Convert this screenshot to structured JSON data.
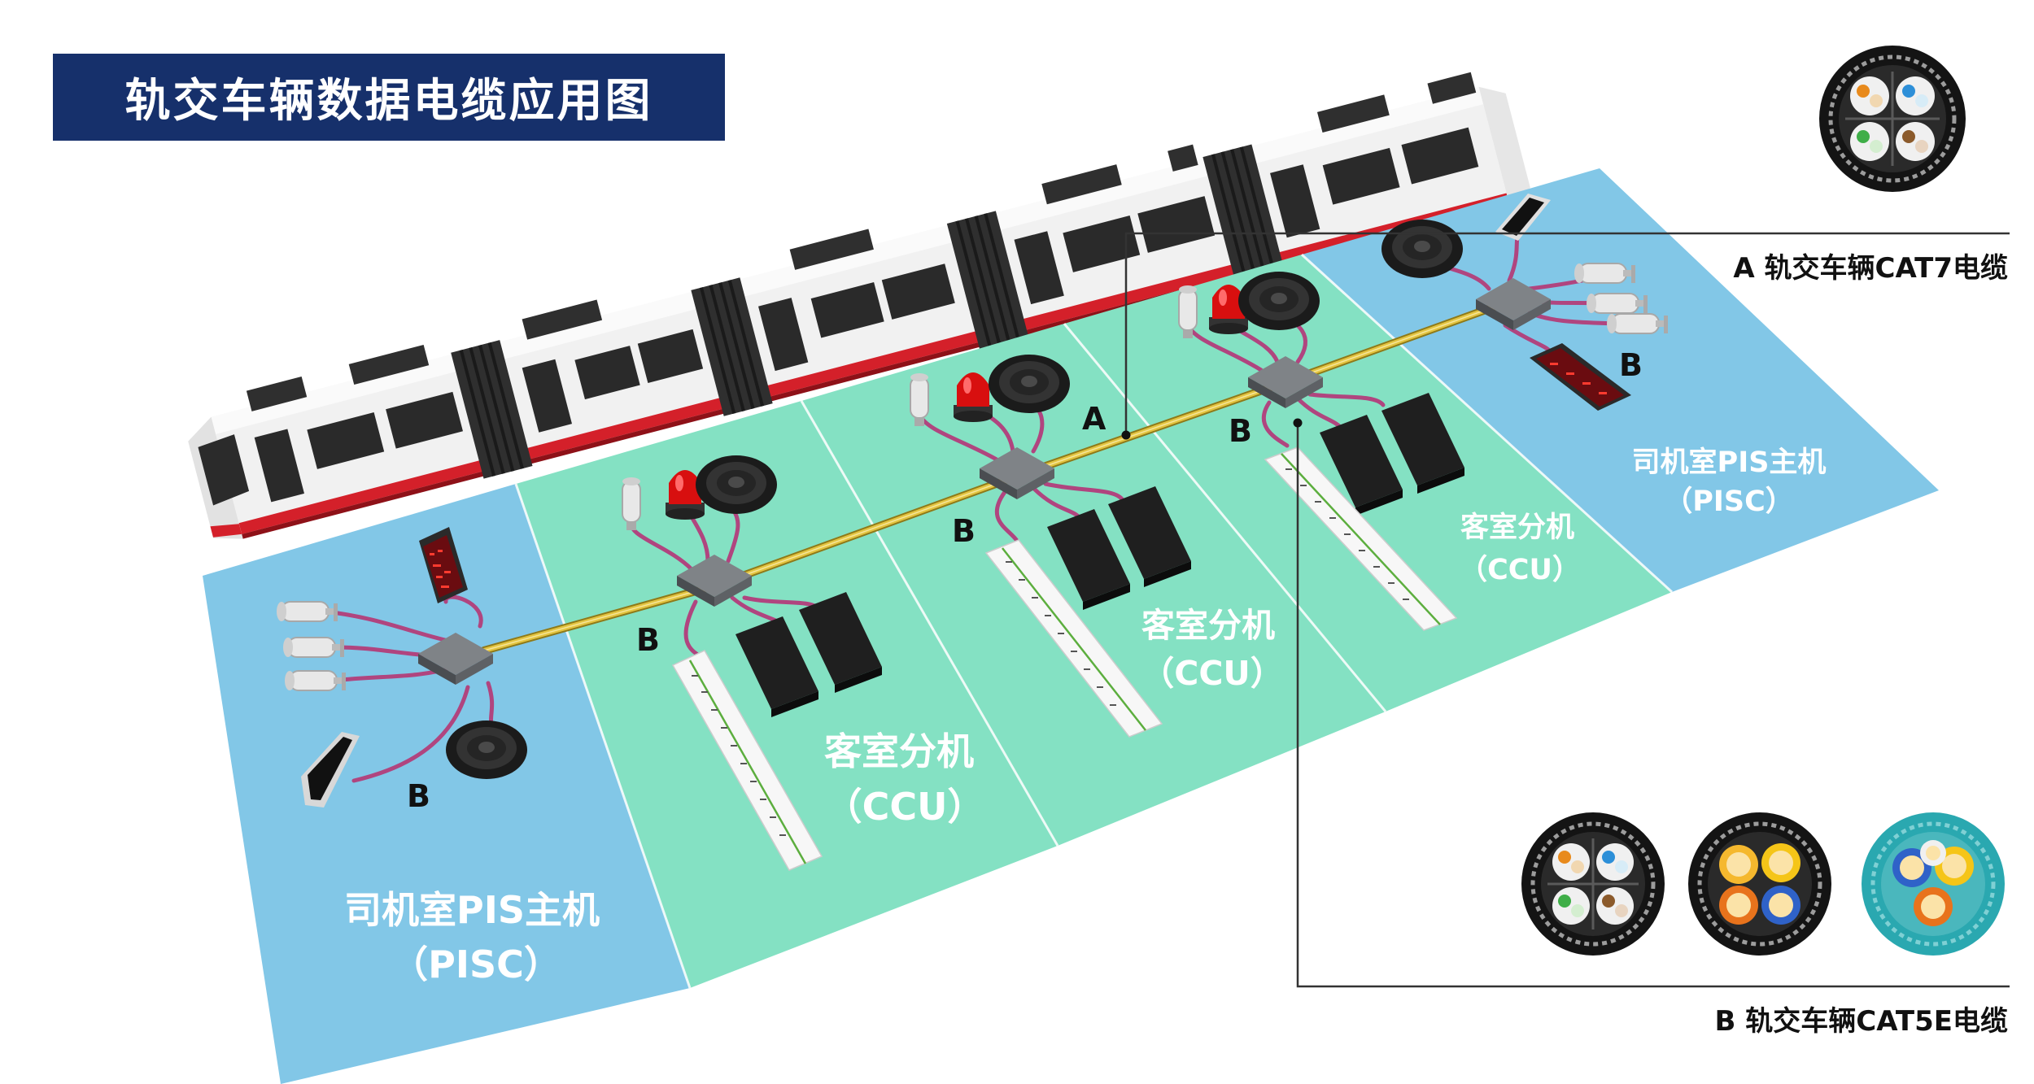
{
  "title": "轨交车辆数据电缆应用图",
  "legend": {
    "a_label": "A 轨交车辆CAT7电缆",
    "b_label": "B 轨交车辆CAT5E电缆"
  },
  "zones": [
    {
      "name": "司机室PIS主机",
      "code": "（PISC）"
    },
    {
      "name": "客室分机",
      "code": "（CCU）"
    },
    {
      "name": "客室分机",
      "code": "（CCU）"
    },
    {
      "name": "客室分机",
      "code": "（CCU）"
    },
    {
      "name": "司机室PIS主机",
      "code": "（PISC）"
    }
  ],
  "markers": {
    "a": "A",
    "b": "B"
  },
  "colors": {
    "title_bg": "#16306b",
    "pisc_zone": "#82c7e7",
    "ccu_zone": "#84e1c3",
    "backbone_cable": "#d4b22c",
    "branch_cable": "#b0457f"
  }
}
